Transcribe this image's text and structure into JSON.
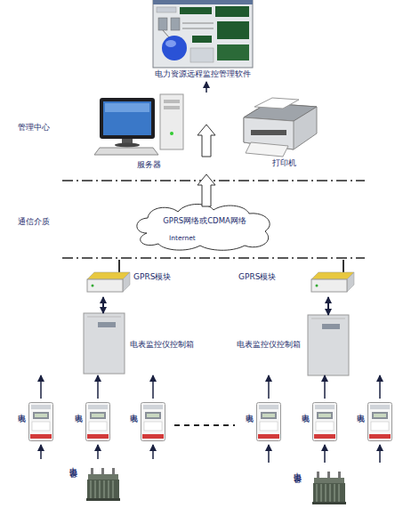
{
  "diagram": {
    "nodes": [
      {
        "text": [
          "电力资源远程监控管理软件"
        ]
      },
      {
        "text": [
          "服务器"
        ]
      },
      {
        "text": [
          "打印机"
        ]
      },
      {
        "text": [
          "GPRS网络或CDMA网络",
          "Internet"
        ]
      },
      {
        "text": [
          "GPRS模块"
        ]
      },
      {
        "text": [
          "GPRS模块"
        ]
      },
      {
        "text": [
          "电表监控仪控制箱"
        ]
      },
      {
        "text": [
          "电表监控仪控制箱"
        ]
      },
      {
        "text": [
          "电表"
        ]
      },
      {
        "text": [
          "电表"
        ]
      },
      {
        "text": [
          "电表"
        ]
      },
      {
        "text": [
          "电表"
        ]
      },
      {
        "text": [
          "电表"
        ]
      },
      {
        "text": [
          "电表"
        ]
      },
      {
        "text": [
          "电力设备"
        ]
      },
      {
        "text": [
          "电力设备"
        ]
      }
    ],
    "edges": [
      {
        "from": 1,
        "to": 0,
        "arrow": "to"
      },
      {
        "from": 3,
        "to": 1,
        "arrow": "to"
      },
      {
        "from": 4,
        "to": 6,
        "arrow": "both"
      },
      {
        "from": 5,
        "to": 7,
        "arrow": "both"
      },
      {
        "from": 8,
        "to": 6,
        "arrow": "to"
      },
      {
        "from": 9,
        "to": 6,
        "arrow": "to"
      },
      {
        "from": 10,
        "to": 6,
        "arrow": "to"
      },
      {
        "from": 11,
        "to": 7,
        "arrow": "to"
      },
      {
        "from": 12,
        "to": 7,
        "arrow": "to"
      },
      {
        "from": 13,
        "to": 7,
        "arrow": "to"
      },
      {
        "from": 14,
        "to": 8,
        "arrow": "to"
      },
      {
        "from": 14,
        "to": 9,
        "arrow": "to"
      },
      {
        "from": 14,
        "to": 10,
        "arrow": "to"
      },
      {
        "from": 15,
        "to": 11,
        "arrow": "to"
      },
      {
        "from": 15,
        "to": 12,
        "arrow": "to"
      },
      {
        "from": 15,
        "to": 13,
        "arrow": "to"
      }
    ],
    "labels": [
      "管理中心",
      "通信介质"
    ]
  }
}
